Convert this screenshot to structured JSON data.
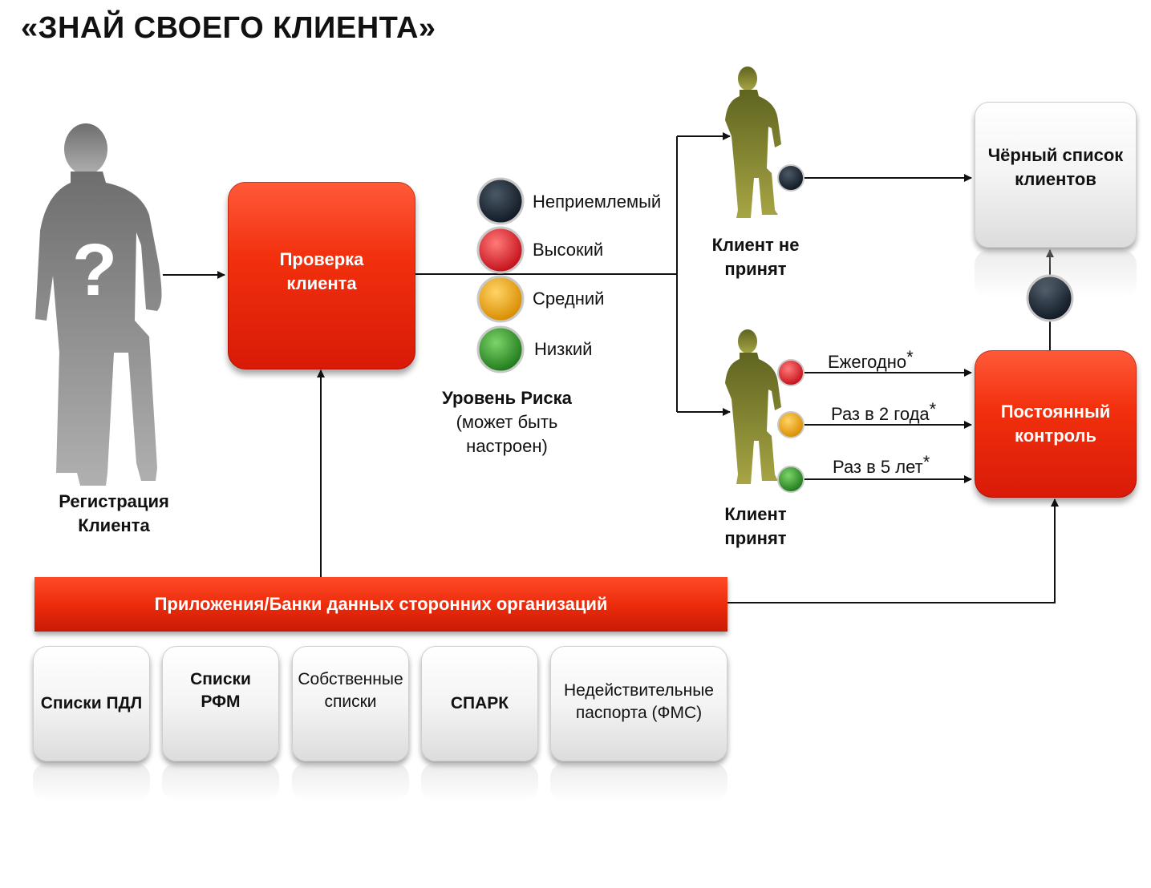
{
  "title": "«ЗНАЙ СВОЕГО КЛИЕНТА»",
  "registration": {
    "line1": "Регистрация",
    "line2": "Клиента",
    "question_mark": "?"
  },
  "check": {
    "line1": "Проверка",
    "line2": "клиента"
  },
  "risk_levels": [
    {
      "label": "Неприемлемый",
      "color": "#1e2a36"
    },
    {
      "label": "Высокий",
      "color": "#e0232b"
    },
    {
      "label": "Средний",
      "color": "#f0a30c"
    },
    {
      "label": "Низкий",
      "color": "#2f9a2a"
    }
  ],
  "risk_caption": {
    "line1": "Уровень Риска",
    "line2": "(может быть",
    "line3": "настроен)"
  },
  "client_rejected": {
    "line1": "Клиент не",
    "line2": "принят"
  },
  "client_accepted": {
    "line1": "Клиент",
    "line2": "принят"
  },
  "blacklist": {
    "line1": "Чёрный список",
    "line2": "клиентов"
  },
  "monitoring": {
    "line1": "Постоянный",
    "line2": "контроль"
  },
  "frequencies": [
    {
      "label": "Ежегодно",
      "star": "*",
      "color": "#e0232b"
    },
    {
      "label": "Раз в 2 года",
      "star": "*",
      "color": "#f0a30c"
    },
    {
      "label": "Раз в 5 лет",
      "star": "*",
      "color": "#2f9a2a"
    }
  ],
  "databases_bar": "Приложения/Банки данных сторонних организаций",
  "sources": [
    {
      "line1": "Списки ПДЛ",
      "line2": "",
      "bold": true
    },
    {
      "line1": "Списки",
      "line2": "РФМ",
      "bold": true
    },
    {
      "line1": "Собственные",
      "line2": "списки",
      "bold": false
    },
    {
      "line1": "СПАРК",
      "line2": "",
      "bold": true
    },
    {
      "line1": "Недействительные",
      "line2": "паспорта (ФМС)",
      "bold": false
    }
  ],
  "colors": {
    "accent_red": "#e8290b",
    "person_grey": "#8a8a8a",
    "person_olive": "#7d7f2c",
    "dark_dot": "#1e2a36"
  }
}
